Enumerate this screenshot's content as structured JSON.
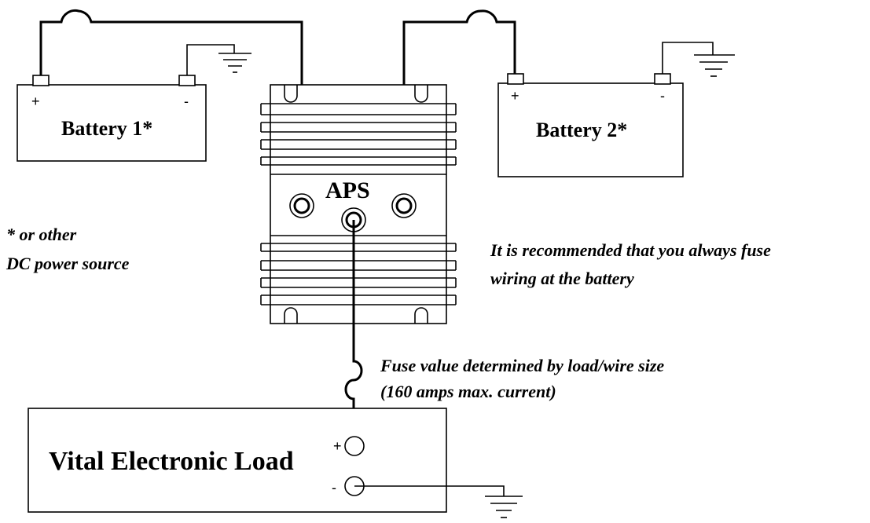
{
  "battery1": {
    "label": "Battery 1*",
    "plus": "+",
    "minus": "-"
  },
  "battery2": {
    "label": "Battery 2*",
    "plus": "+",
    "minus": "-"
  },
  "device": {
    "label": "APS"
  },
  "load": {
    "label": "Vital Electronic Load",
    "plus": "+",
    "minus": "-"
  },
  "notes": {
    "other_source_line1": "* or other",
    "other_source_line2": "DC power source",
    "fuse_recommend_line1": "It is recommended that you always fuse",
    "fuse_recommend_line2": "wiring at the battery",
    "fuse_value_line1": "Fuse value determined by load/wire size",
    "fuse_value_line2": "(160 amps max. current)"
  }
}
